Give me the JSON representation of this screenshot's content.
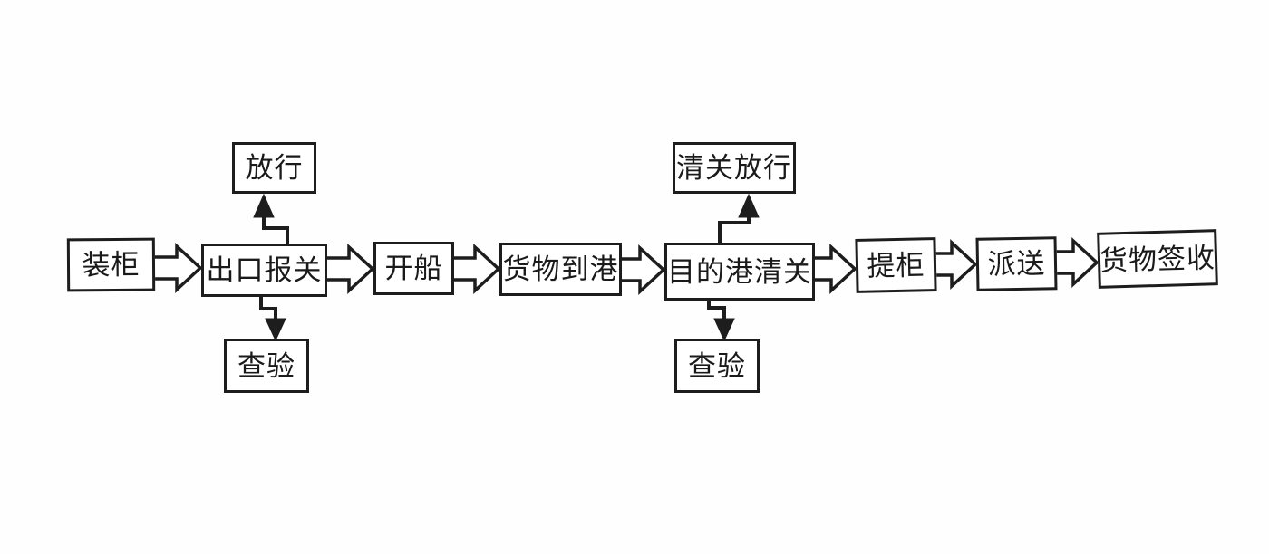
{
  "diagram": {
    "type": "flowchart",
    "language": "zh-CN",
    "description": "Export ocean-freight shipping process flow (scanned diagram)",
    "colors": {
      "ink": "#1d1d1d",
      "background": "#fefefe",
      "box_fill": "#ffffff"
    },
    "nodes": {
      "loading": {
        "label": "装柜"
      },
      "export_customs": {
        "label": "出口报关"
      },
      "release": {
        "label": "放行"
      },
      "inspection_export": {
        "label": "查验"
      },
      "departure": {
        "label": "开船"
      },
      "arrival": {
        "label": "货物到港"
      },
      "dest_customs": {
        "label": "目的港清关"
      },
      "clearance_release": {
        "label": "清关放行"
      },
      "inspection_dest": {
        "label": "查验"
      },
      "container_pickup": {
        "label": "提柜"
      },
      "delivery": {
        "label": "派送"
      },
      "cargo_signoff": {
        "label": "货物签收"
      }
    },
    "edges": [
      {
        "from": "装柜",
        "to": "出口报关",
        "style": "block-arrow",
        "direction": "right"
      },
      {
        "from": "出口报关",
        "to": "放行",
        "style": "stepped-thin-arrow",
        "direction": "up"
      },
      {
        "from": "出口报关",
        "to": "查验",
        "style": "stepped-thin-arrow",
        "direction": "down"
      },
      {
        "from": "出口报关",
        "to": "开船",
        "style": "block-arrow",
        "direction": "right"
      },
      {
        "from": "开船",
        "to": "货物到港",
        "style": "block-arrow",
        "direction": "right"
      },
      {
        "from": "货物到港",
        "to": "目的港清关",
        "style": "block-arrow",
        "direction": "right"
      },
      {
        "from": "目的港清关",
        "to": "清关放行",
        "style": "stepped-thin-arrow",
        "direction": "up"
      },
      {
        "from": "目的港清关",
        "to": "查验",
        "style": "stepped-thin-arrow",
        "direction": "down"
      },
      {
        "from": "目的港清关",
        "to": "提柜",
        "style": "block-arrow",
        "direction": "right"
      },
      {
        "from": "提柜",
        "to": "派送",
        "style": "block-arrow",
        "direction": "right"
      },
      {
        "from": "派送",
        "to": "货物签收",
        "style": "block-arrow",
        "direction": "right"
      }
    ]
  }
}
